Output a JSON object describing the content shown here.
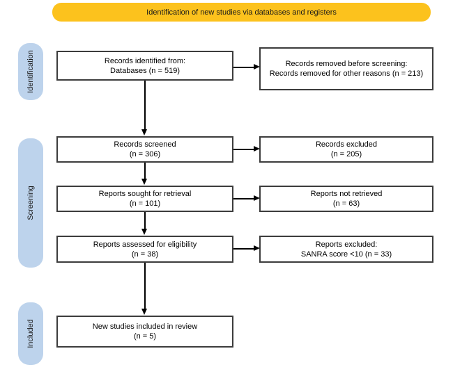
{
  "header": {
    "label": "Identification of new studies via databases and registers"
  },
  "colors": {
    "header_bg": "#FCC21D",
    "stage_bg": "#BDD3EC",
    "box_border": "#3c3c3c",
    "arrow": "#000000",
    "background": "#ffffff"
  },
  "stages": [
    {
      "label": "Identification"
    },
    {
      "label": "Screening"
    },
    {
      "label": "Included"
    }
  ],
  "flow": {
    "main": [
      {
        "line1": "Records identified from:",
        "line2": "Databases (n = 519)"
      },
      {
        "line1": "Records screened",
        "line2": "(n = 306)"
      },
      {
        "line1": "Reports sought for retrieval",
        "line2": "(n = 101)"
      },
      {
        "line1": "Reports assessed for eligibility",
        "line2": "(n = 38)"
      },
      {
        "line1": "New studies included in review",
        "line2": "(n = 5)"
      }
    ],
    "side": [
      {
        "line1": "Records removed before screening:",
        "line2": "Records removed for other reasons (n = 213)"
      },
      {
        "line1": "Records excluded",
        "line2": "(n = 205)"
      },
      {
        "line1": "Reports not retrieved",
        "line2": "(n = 63)"
      },
      {
        "line1": "Reports excluded:",
        "line2": "SANRA score <10 (n = 33)"
      }
    ]
  }
}
